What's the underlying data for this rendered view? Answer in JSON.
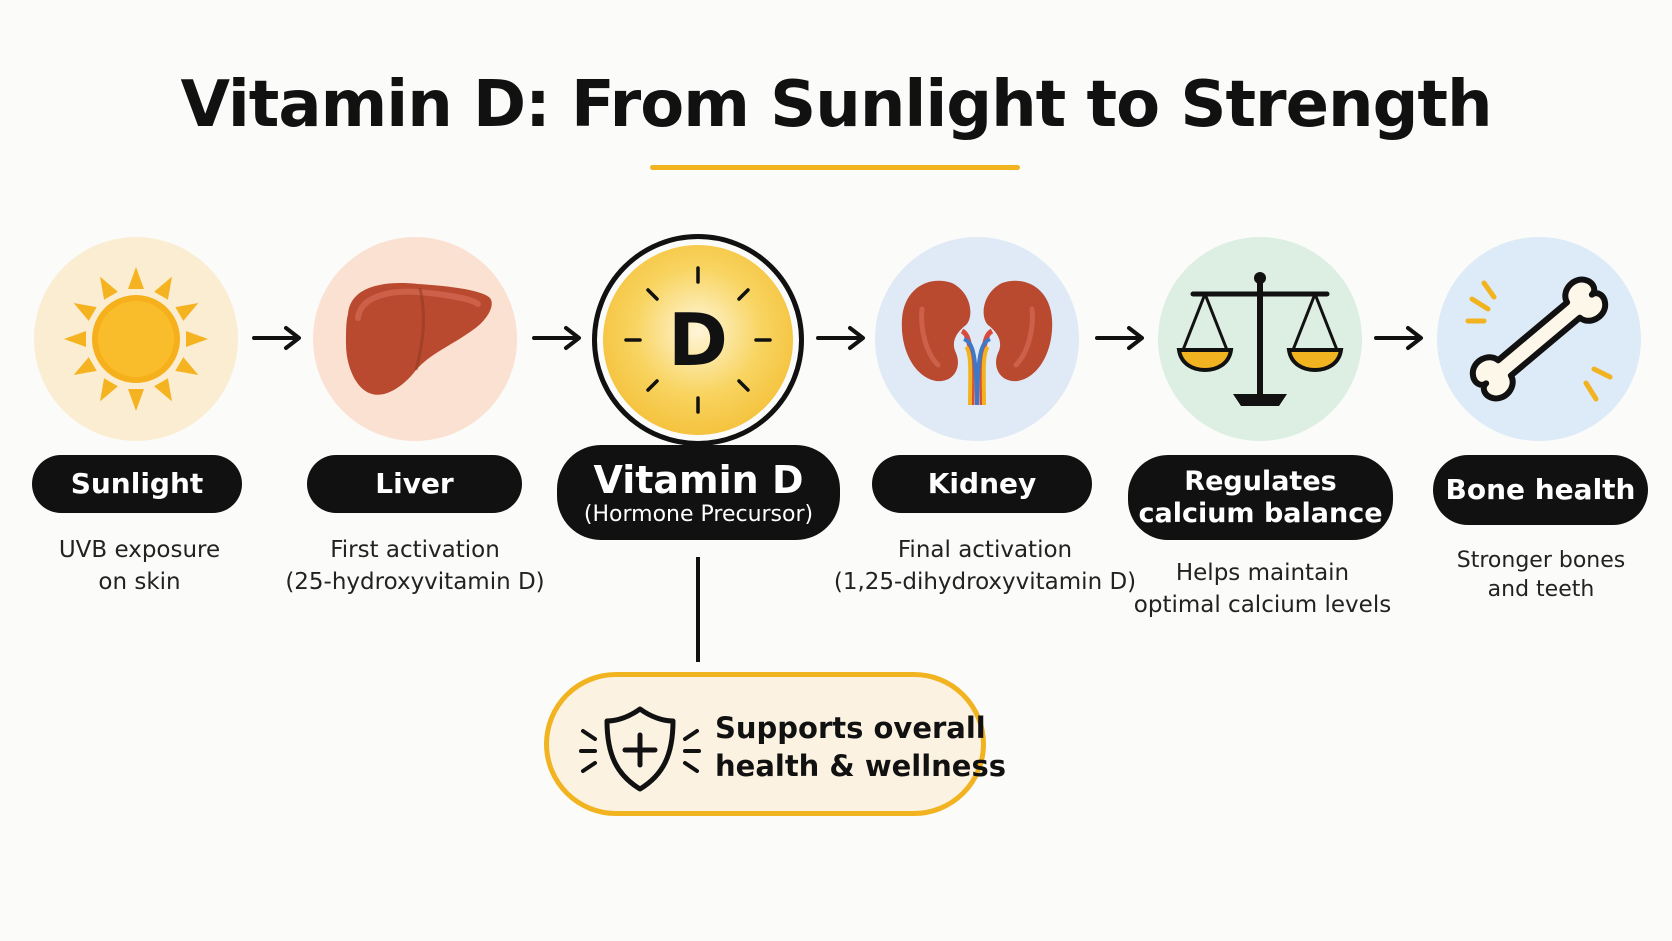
{
  "title": "Vitamin D: From Sunlight to Strength",
  "colors": {
    "accent": "#f2b320",
    "pill": "#111111",
    "sun_bg": "#fbedd2",
    "liver_bg": "#fbe1d2",
    "kidney_bg": "#dfeaf6",
    "scale_bg": "#dcefe2",
    "bone_bg": "#ddeaf7"
  },
  "icons": [
    "sun-icon",
    "liver-icon",
    "vitamin-d-icon",
    "kidney-icon",
    "scale-icon",
    "bone-icon",
    "shield-plus-icon",
    "arrow-right-icon"
  ],
  "steps": [
    {
      "label": "Sunlight",
      "desc_lines": [
        "UVB exposure",
        "on skin"
      ]
    },
    {
      "label": "Liver",
      "desc_lines": [
        "First activation",
        "(25-hydroxyvitamin D)"
      ]
    },
    {
      "label": "Vitamin D",
      "sublabel": "(Hormone Precursor)",
      "icon_letter": "D"
    },
    {
      "label": "Kidney",
      "desc_lines": [
        "Final activation",
        "(1,25-dihydroxyvitamin D)"
      ]
    },
    {
      "label_lines": [
        "Regulates",
        "calcium balance"
      ],
      "desc_lines": [
        "Helps maintain",
        "optimal calcium levels"
      ]
    },
    {
      "label": "Bone health",
      "desc_lines": [
        "Stronger bones",
        "and teeth"
      ]
    }
  ],
  "callout": {
    "lines": [
      "Supports overall",
      "health & wellness"
    ]
  }
}
